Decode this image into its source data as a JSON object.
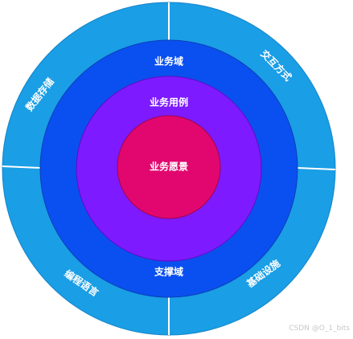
{
  "colors": {
    "outer_ring": "#1a9ee6",
    "domain_ring": "#0a50f0",
    "use_case_ring": "#7d1aff",
    "core": "#e2076e",
    "divider": "#ffffff",
    "label": "#ffffff"
  },
  "diagram": {
    "core_label": "业务愿景",
    "use_case_label": "业务用例",
    "business_domain_label": "业务域",
    "support_domain_label": "支撑域",
    "outer_segments": [
      {
        "label": "数据存储"
      },
      {
        "label": "交互方式"
      },
      {
        "label": "编程语言"
      },
      {
        "label": "基础设施"
      }
    ]
  },
  "watermark": "CSDN @O_1_bits"
}
